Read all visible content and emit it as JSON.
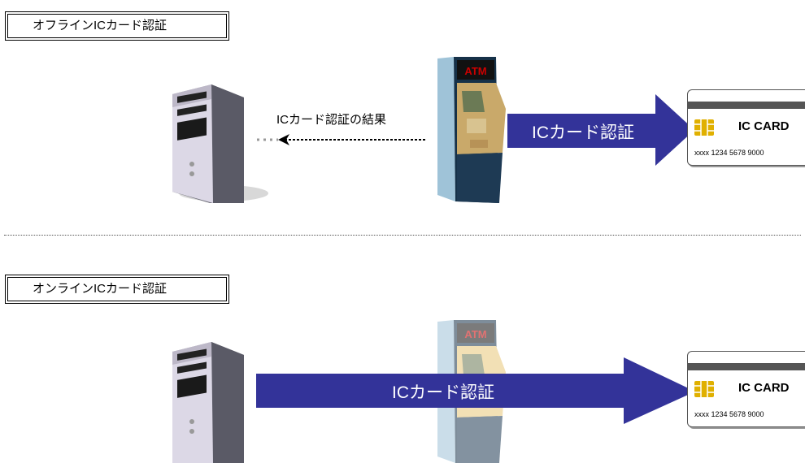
{
  "offline": {
    "title": "オフラインICカード認証",
    "result_label": "ICカード認証の結果",
    "arrow_label": "ICカード認証"
  },
  "online": {
    "title": "オンラインICカード認証",
    "arrow_label": "ICカード認証"
  },
  "atm": {
    "screen_label": "ATM"
  },
  "card": {
    "title": "IC CARD",
    "number": "xxxx 1234 5678 9000"
  },
  "colors": {
    "arrow_fill": "#333399",
    "atm_screen_text": "#cc0000",
    "chip_gold": "#e0b000"
  },
  "icons": [
    "server-icon",
    "atm-icon",
    "ic-card-icon"
  ]
}
